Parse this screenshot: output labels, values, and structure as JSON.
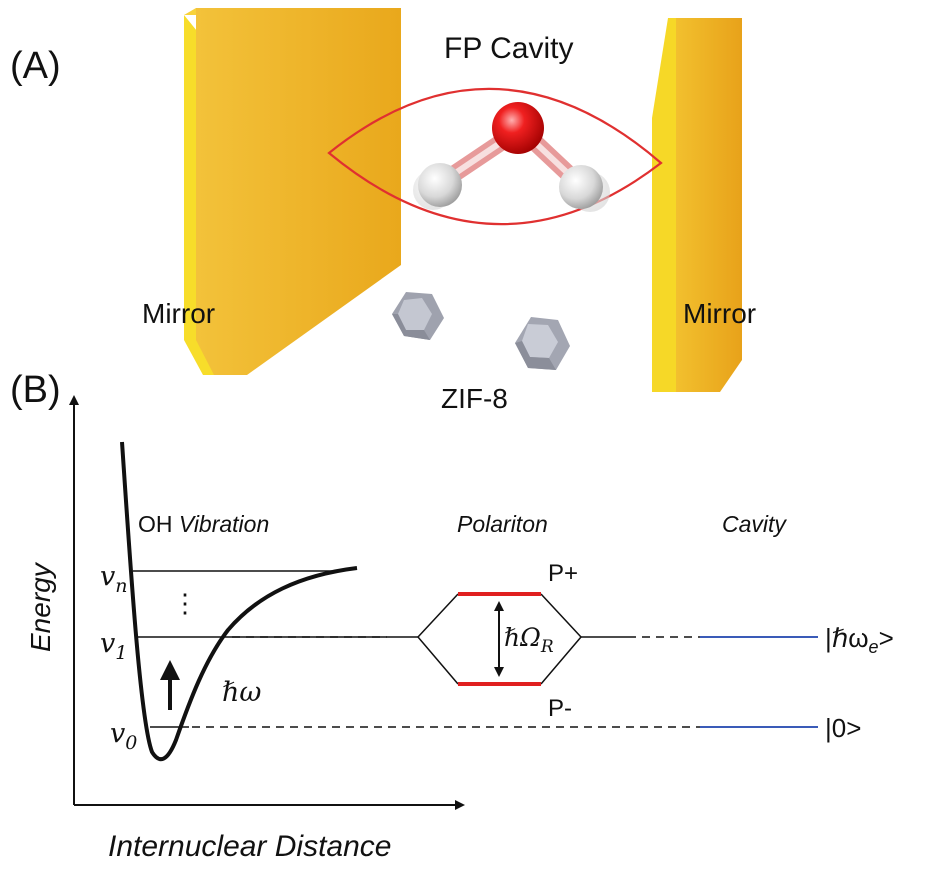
{
  "panel_a": {
    "label": "(A)",
    "title": "FP Cavity",
    "mirror_left": "Mirror",
    "mirror_right": "Mirror",
    "material": "ZIF-8"
  },
  "panel_b": {
    "label": "(B)",
    "y_axis": "Energy",
    "x_axis": "Internuclear Distance",
    "vibration_prefix": "OH",
    "vibration_word": "Vibration",
    "polariton": "Polariton",
    "cavity": "Cavity",
    "level_vn_base": "v",
    "level_vn_sub": "n",
    "level_v1_base": "v",
    "level_v1_sub": "1",
    "level_v0_base": "v",
    "level_v0_sub": "0",
    "ellipsis": "⋮",
    "hbar_omega": "ℏω",
    "rabi_base": "ℏΩ",
    "rabi_sub": "R",
    "p_plus": "P+",
    "p_minus": "P-",
    "ket_excited_open": "|ℏω",
    "ket_excited_sub": "e",
    "ket_excited_close": ">",
    "ket_ground": "|0>"
  },
  "colors": {
    "mirror_front": "#f0b21e",
    "mirror_side": "#f7dc2c",
    "cavity_mode": "#e03030",
    "polariton_level": "#e02020",
    "cavity_level": "#3a5bb8",
    "oxygen": "#e01818",
    "hydrogen": "#dcdcdc",
    "zif8": "#a9acb8"
  }
}
